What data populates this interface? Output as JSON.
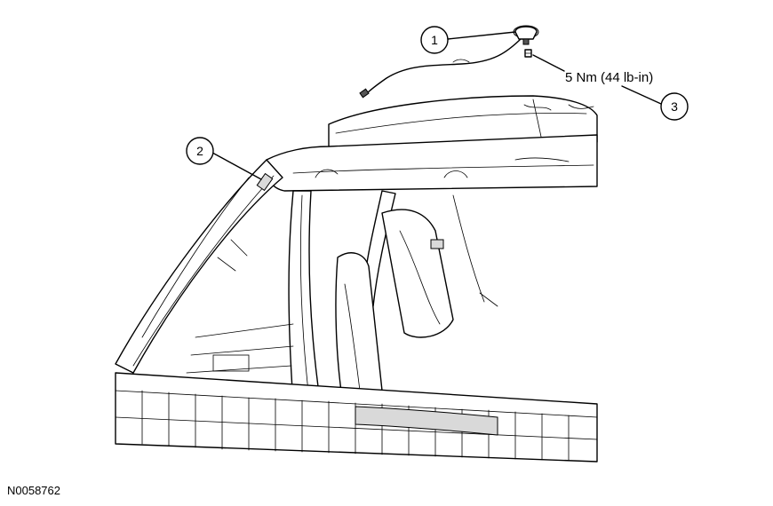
{
  "callouts": [
    {
      "number": "1"
    },
    {
      "number": "2"
    },
    {
      "number": "3"
    }
  ],
  "torque_spec": "5 Nm (44 lb-in)",
  "figure_id": "N0058762",
  "colors": {
    "line": "#000000",
    "background": "#ffffff",
    "shading": "#d9d9d9"
  }
}
